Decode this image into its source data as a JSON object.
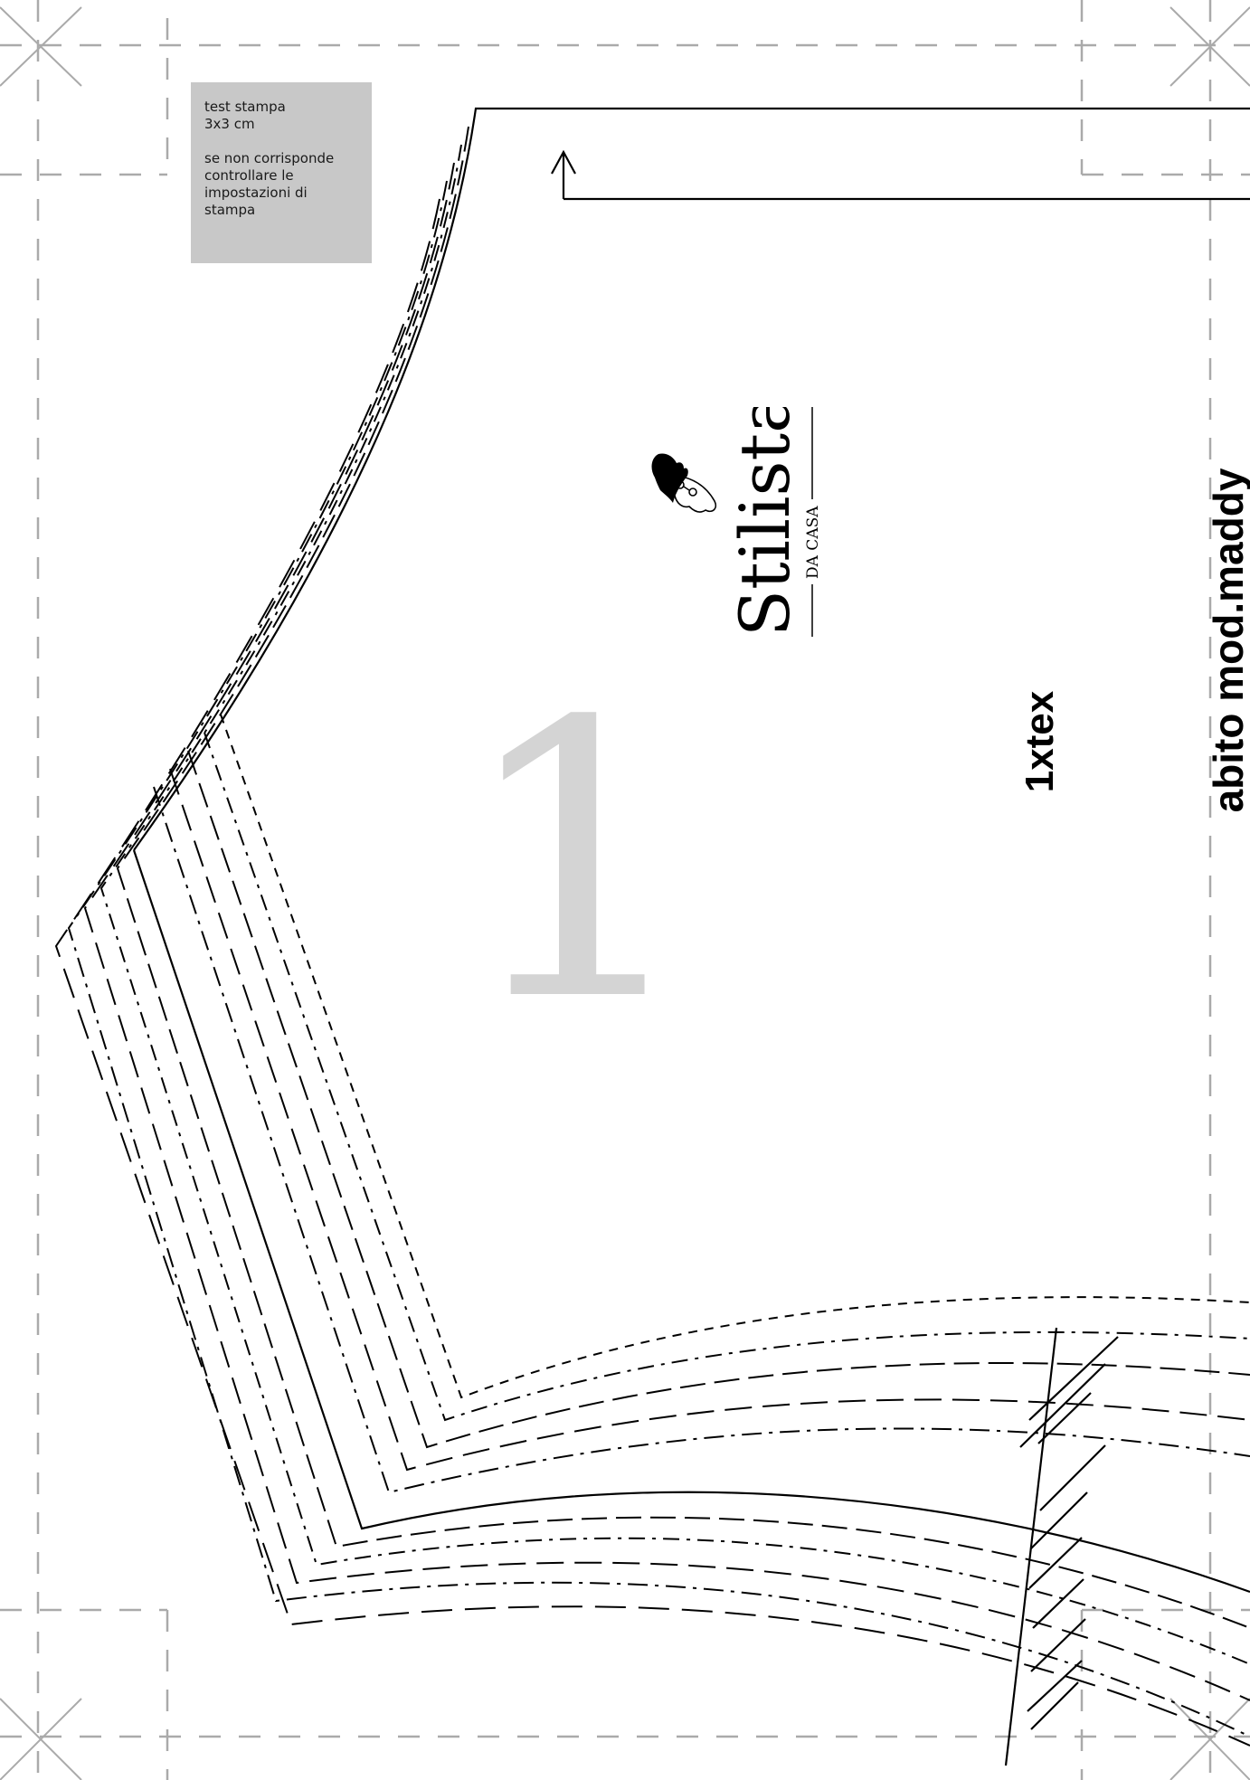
{
  "test_box": {
    "line1": "test stampa",
    "line2": "3x3 cm",
    "line3": "se non corrisponde",
    "line4": "controllare le",
    "line5": "impostazioni di",
    "line6": "stampa"
  },
  "piece_number": "1",
  "logo": {
    "wordmark": "Stilista",
    "subtitle": "DA CASA"
  },
  "cut_quantity": "1xtex",
  "model_name": "abito mod.maddy",
  "icons": [
    "grainline-arrow-icon",
    "registration-cross-icon",
    "portrait-logo-icon"
  ],
  "colors": {
    "line": "#000000",
    "trim_marks": "#aaaaaa",
    "test_box": "#c8c8c8",
    "piece_number": "#d4d4d4"
  }
}
